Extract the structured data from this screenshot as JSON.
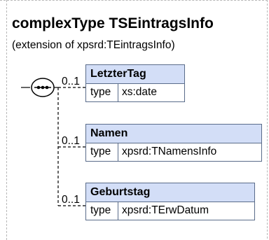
{
  "diagram": {
    "title": "complexType TSEintragsInfo",
    "subtitle": "(extension of xpsrd:TEintragsInfo)",
    "compositor_icon": "sequence-compositor-icon",
    "elements": [
      {
        "name": "LetzterTag",
        "multiplicity": "0..1",
        "type_key": "type",
        "type_value": "xs:date"
      },
      {
        "name": "Namen",
        "multiplicity": "0..1",
        "type_key": "type",
        "type_value": "xpsrd:TNamensInfo"
      },
      {
        "name": "Geburtstag",
        "multiplicity": "0..1",
        "type_key": "type",
        "type_value": "xpsrd:TErwDatum"
      }
    ]
  }
}
